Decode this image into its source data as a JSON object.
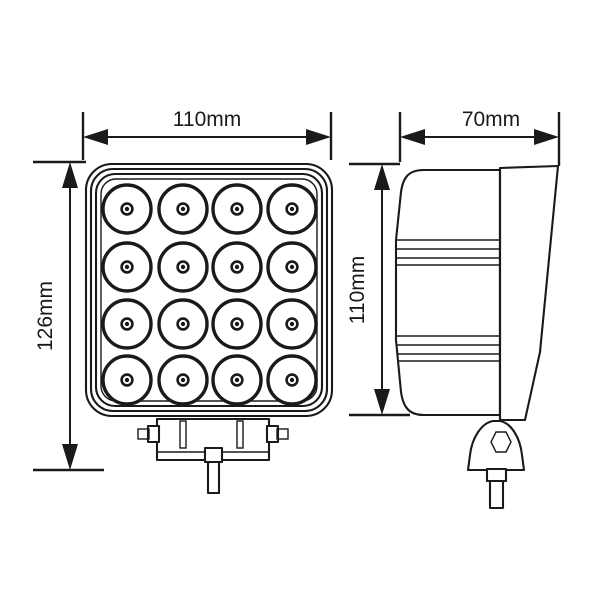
{
  "drawing": {
    "title": "LED work lamp dimensional drawing",
    "background_color": "#ffffff",
    "line_color": "#1a1a1a",
    "units": "mm"
  },
  "dimensions": {
    "width": {
      "label": "110mm",
      "value": 110,
      "units": "mm",
      "orientation": "horizontal",
      "view": "front"
    },
    "height": {
      "label": "126mm",
      "value": 126,
      "units": "mm",
      "orientation": "vertical",
      "view": "front"
    },
    "depth": {
      "label": "70mm",
      "value": 70,
      "units": "mm",
      "orientation": "horizontal",
      "view": "side"
    },
    "body_height": {
      "label": "110mm",
      "value": 110,
      "units": "mm",
      "orientation": "vertical",
      "view": "side"
    }
  },
  "front_view": {
    "name": "front-view",
    "led_grid": {
      "rows": 4,
      "columns": 4,
      "count": 16
    },
    "housing_outline_count": 3,
    "bracket": {
      "bolt_count": 2,
      "stud_count": 1,
      "slot_count": 2
    }
  },
  "side_view": {
    "name": "side-view",
    "rib_bands": 2,
    "bracket": {
      "nut_shape": "hexagon",
      "stud_count": 1
    }
  },
  "icons": {
    "arrow_left": "arrow-left-icon",
    "arrow_right": "arrow-right-icon",
    "arrow_up": "arrow-up-icon",
    "arrow_down": "arrow-down-icon"
  }
}
